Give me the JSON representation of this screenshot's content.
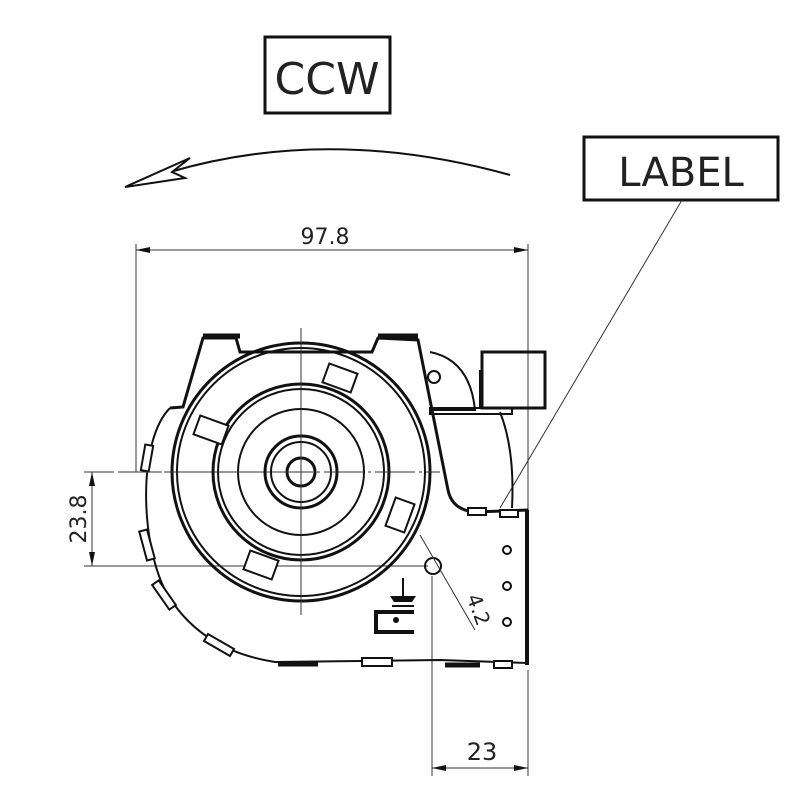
{
  "labels": {
    "rotation": "CCW",
    "label": "LABEL"
  },
  "dimensions": {
    "width": "97.8",
    "height_offset": "23.8",
    "hole_dia": "4.2",
    "hole_offset": "23"
  },
  "colors": {
    "ink": "#111111",
    "background": "#ffffff"
  }
}
